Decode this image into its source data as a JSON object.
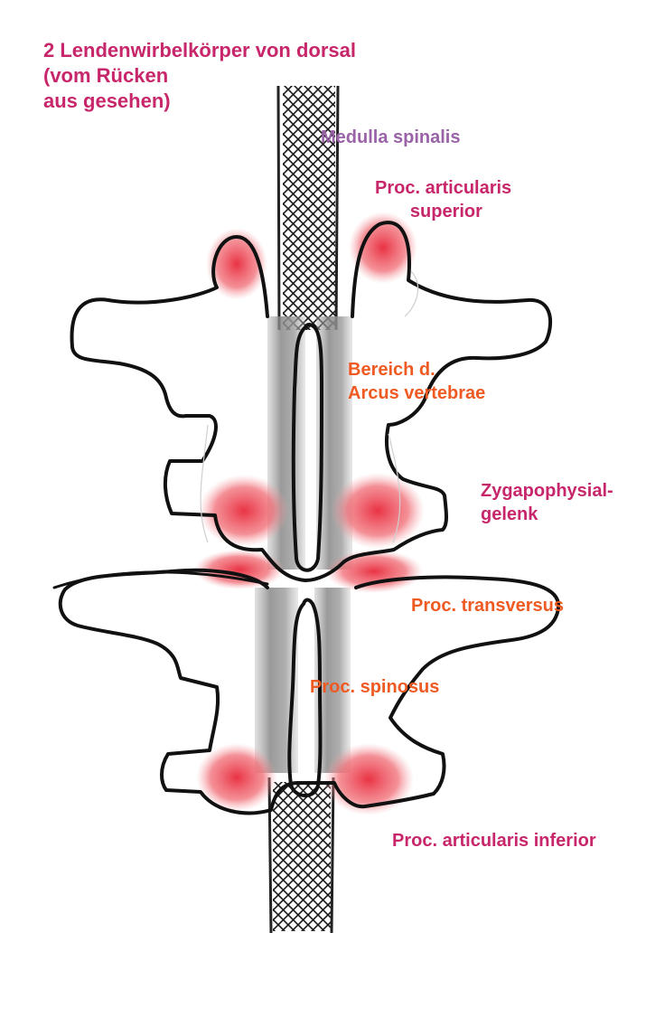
{
  "title": "2 Lendenwirbelkörper von dorsal\n(vom Rücken\naus gesehen)",
  "labels": {
    "medulla": "Medulla spinalis",
    "proc_art_sup": "Proc. articularis\n       superior",
    "arcus": "Bereich d.\nArcus vertebrae",
    "zyg": "Zygapophysial-\ngelenk",
    "proc_trans": "Proc. transversus",
    "proc_spin": "Proc. spinosus",
    "proc_art_inf": "Proc. articularis inferior"
  },
  "colors": {
    "title": "#c8266a",
    "label_pink": "#c8266a",
    "label_violet": "#9a63a8",
    "label_orange": "#ee5a22",
    "outline": "#111111",
    "joint_red": "#ee3b48",
    "arch_gray": "#8f8f8f"
  }
}
